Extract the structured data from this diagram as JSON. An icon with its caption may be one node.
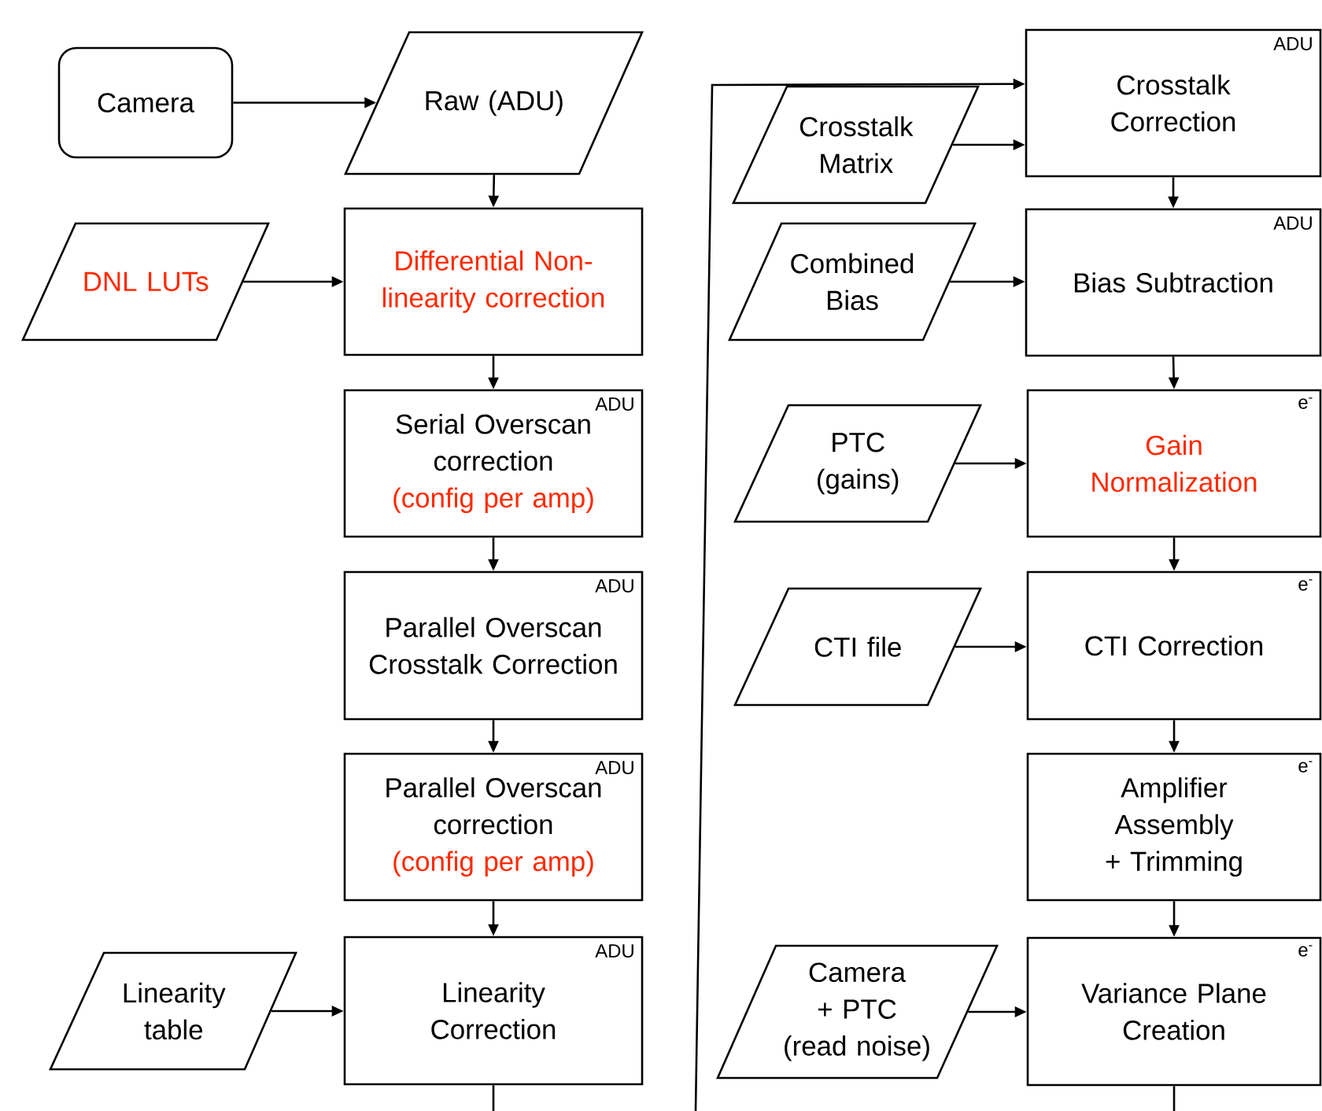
{
  "diagram": {
    "nodes": [
      {
        "text": [
          "Camera"
        ]
      },
      {
        "text": [
          "Raw (ADU)"
        ]
      },
      {
        "text": [
          "DNL LUTs"
        ]
      },
      {
        "text": [
          "Differential Non-linearity correction"
        ]
      },
      {
        "text": [
          "ADU",
          "Serial Overscan correction",
          "(config per amp)"
        ]
      },
      {
        "text": [
          "ADU",
          "Parallel Overscan Crosstalk Correction"
        ]
      },
      {
        "text": [
          "ADU",
          "Parallel Overscan correction",
          "(config per amp)"
        ]
      },
      {
        "text": [
          "Linearity table"
        ]
      },
      {
        "text": [
          "ADU",
          "Linearity Correction"
        ]
      },
      {
        "text": [
          "ADU",
          "Crosstalk Correction"
        ]
      },
      {
        "text": [
          "Crosstalk Matrix"
        ]
      },
      {
        "text": [
          "Combined Bias"
        ]
      },
      {
        "text": [
          "ADU",
          "Bias Subtraction"
        ]
      },
      {
        "text": [
          "PTC (gains)"
        ]
      },
      {
        "text": [
          "e$^{-}$",
          "Gain Normalization"
        ]
      },
      {
        "text": [
          "CTI file"
        ]
      },
      {
        "text": [
          "e$^{-}$",
          "CTI Correction"
        ]
      },
      {
        "text": [
          "e$^{-}$",
          "Amplifier Assembly + Trimming"
        ]
      },
      {
        "text": [
          "Camera + PTC (read noise)"
        ]
      },
      {
        "text": [
          "e$^{-}$",
          "Variance Plane Creation"
        ]
      }
    ],
    "edges": [
      {
        "from": 0,
        "to": 1,
        "arrow": "to"
      },
      {
        "from": 1,
        "to": 3,
        "arrow": "to"
      },
      {
        "from": 2,
        "to": 3,
        "arrow": "to"
      },
      {
        "from": 3,
        "to": 4,
        "arrow": "to"
      },
      {
        "from": 4,
        "to": 5,
        "arrow": "to"
      },
      {
        "from": 5,
        "to": 6,
        "arrow": "to"
      },
      {
        "from": 6,
        "to": 8,
        "arrow": "to"
      },
      {
        "from": 7,
        "to": 8,
        "arrow": "to"
      },
      {
        "from": 8,
        "to": null,
        "arrow": "none"
      },
      {
        "from": null,
        "to": 9,
        "arrow": "to"
      },
      {
        "from": 10,
        "to": 9,
        "arrow": "to"
      },
      {
        "from": 9,
        "to": 12,
        "arrow": "to"
      },
      {
        "from": 11,
        "to": 12,
        "arrow": "to"
      },
      {
        "from": 12,
        "to": 14,
        "arrow": "to"
      },
      {
        "from": 13,
        "to": 14,
        "arrow": "to"
      },
      {
        "from": 14,
        "to": 16,
        "arrow": "to"
      },
      {
        "from": 15,
        "to": 16,
        "arrow": "to"
      },
      {
        "from": 16,
        "to": 17,
        "arrow": "to"
      },
      {
        "from": 17,
        "to": 19,
        "arrow": "to"
      },
      {
        "from": 18,
        "to": 19,
        "arrow": "to"
      },
      {
        "from": 19,
        "to": null,
        "arrow": "none"
      }
    ]
  }
}
